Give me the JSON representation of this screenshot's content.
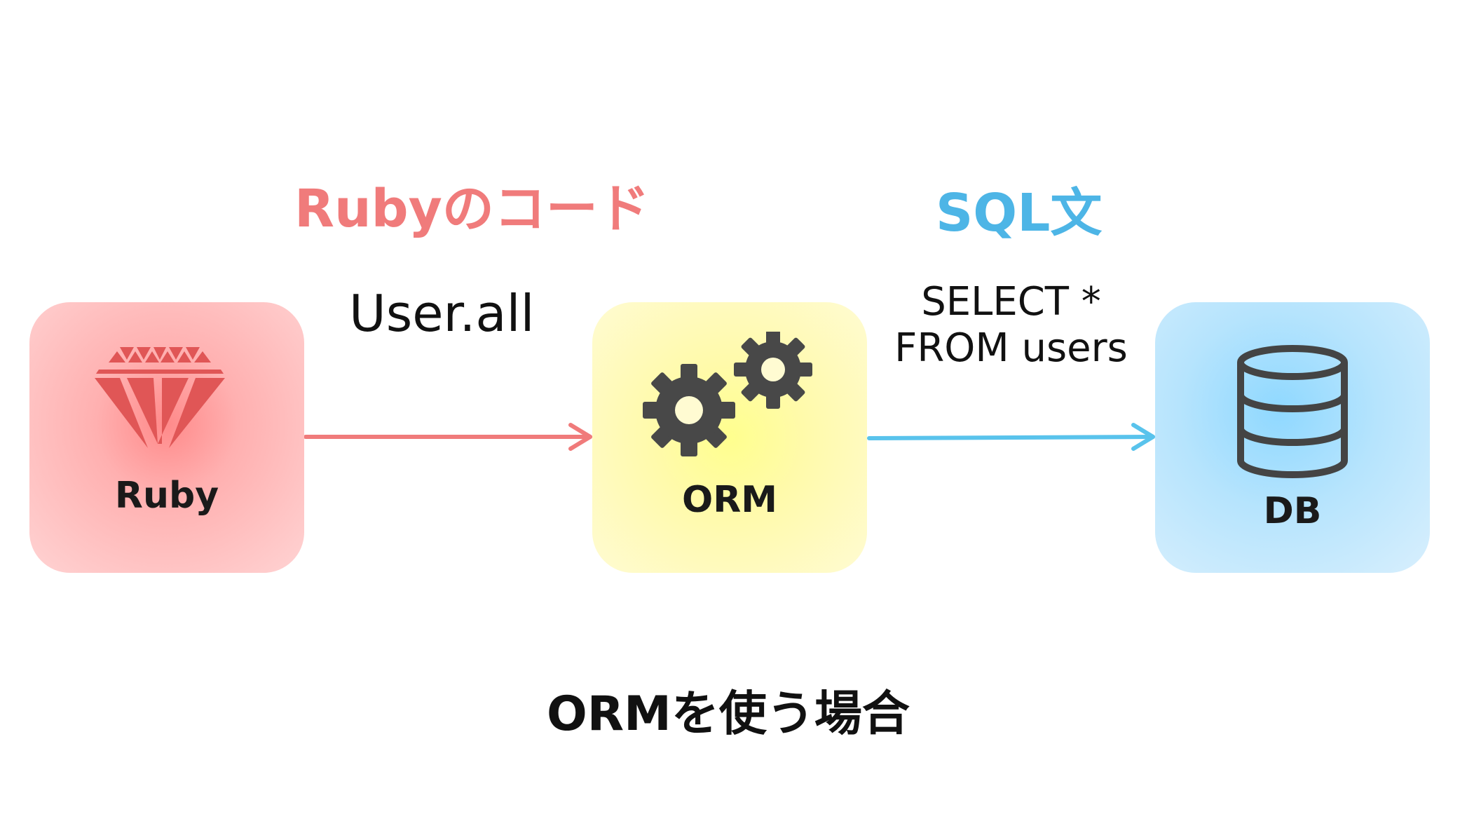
{
  "colors": {
    "ruby_accent": "#f07b7b",
    "sql_accent": "#4db5e6",
    "ruby_icon": "#e05656",
    "gear": "#484848",
    "db_icon": "#444444"
  },
  "nodes": {
    "ruby": {
      "label": "Ruby",
      "icon": "ruby-gem-icon"
    },
    "orm": {
      "label": "ORM",
      "icon": "gears-icon"
    },
    "db": {
      "label": "DB",
      "icon": "database-icon"
    }
  },
  "headings": {
    "ruby_code": "Rubyのコード",
    "sql_statement": "SQL文"
  },
  "edges": {
    "ruby_to_orm_code": "User.all",
    "orm_to_db_code": "SELECT * FROM users"
  },
  "caption": "ORMを使う場合"
}
